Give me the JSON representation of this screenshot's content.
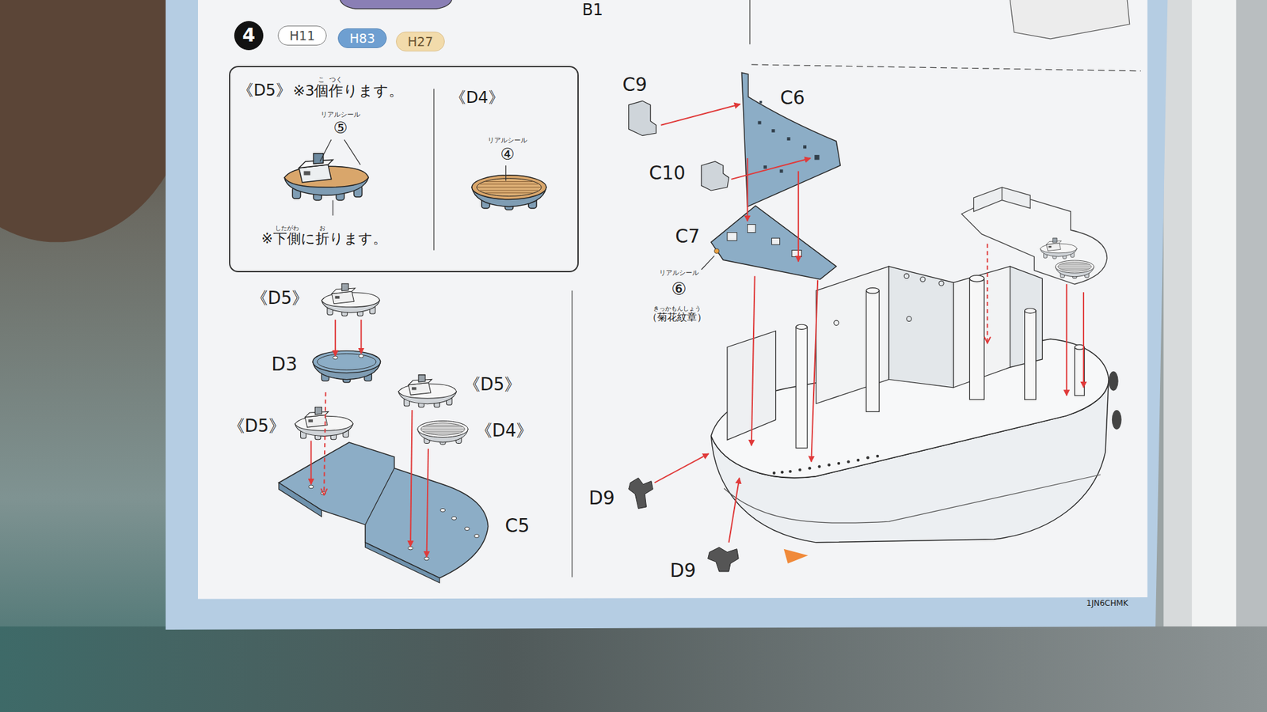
{
  "diagram": {
    "nodes": [
      {
        "text": [
          "4"
        ]
      },
      {
        "text": [
          "H11"
        ]
      },
      {
        "text": [
          "H83"
        ]
      },
      {
        "text": [
          "H27"
        ]
      },
      {
        "text": [
          "《D5》",
          "こ",
          "つく",
          "※3個作ります。",
          "リアルシール",
          "⑤",
          "したがわ",
          "お",
          "※下側に折ります。",
          "《D4》",
          "リアルシール",
          "④"
        ]
      }
    ],
    "labels": [
      "B1",
      "《D5》",
      "D3",
      "《D5》",
      "《D5》",
      "《D4》",
      "C5",
      "C9",
      "C6",
      "C10",
      "C7",
      "リアルシール",
      "⑥",
      "きっかもんしょう",
      "（菊花紋章）",
      "D9",
      "D9",
      "1JN6CHMK"
    ]
  }
}
